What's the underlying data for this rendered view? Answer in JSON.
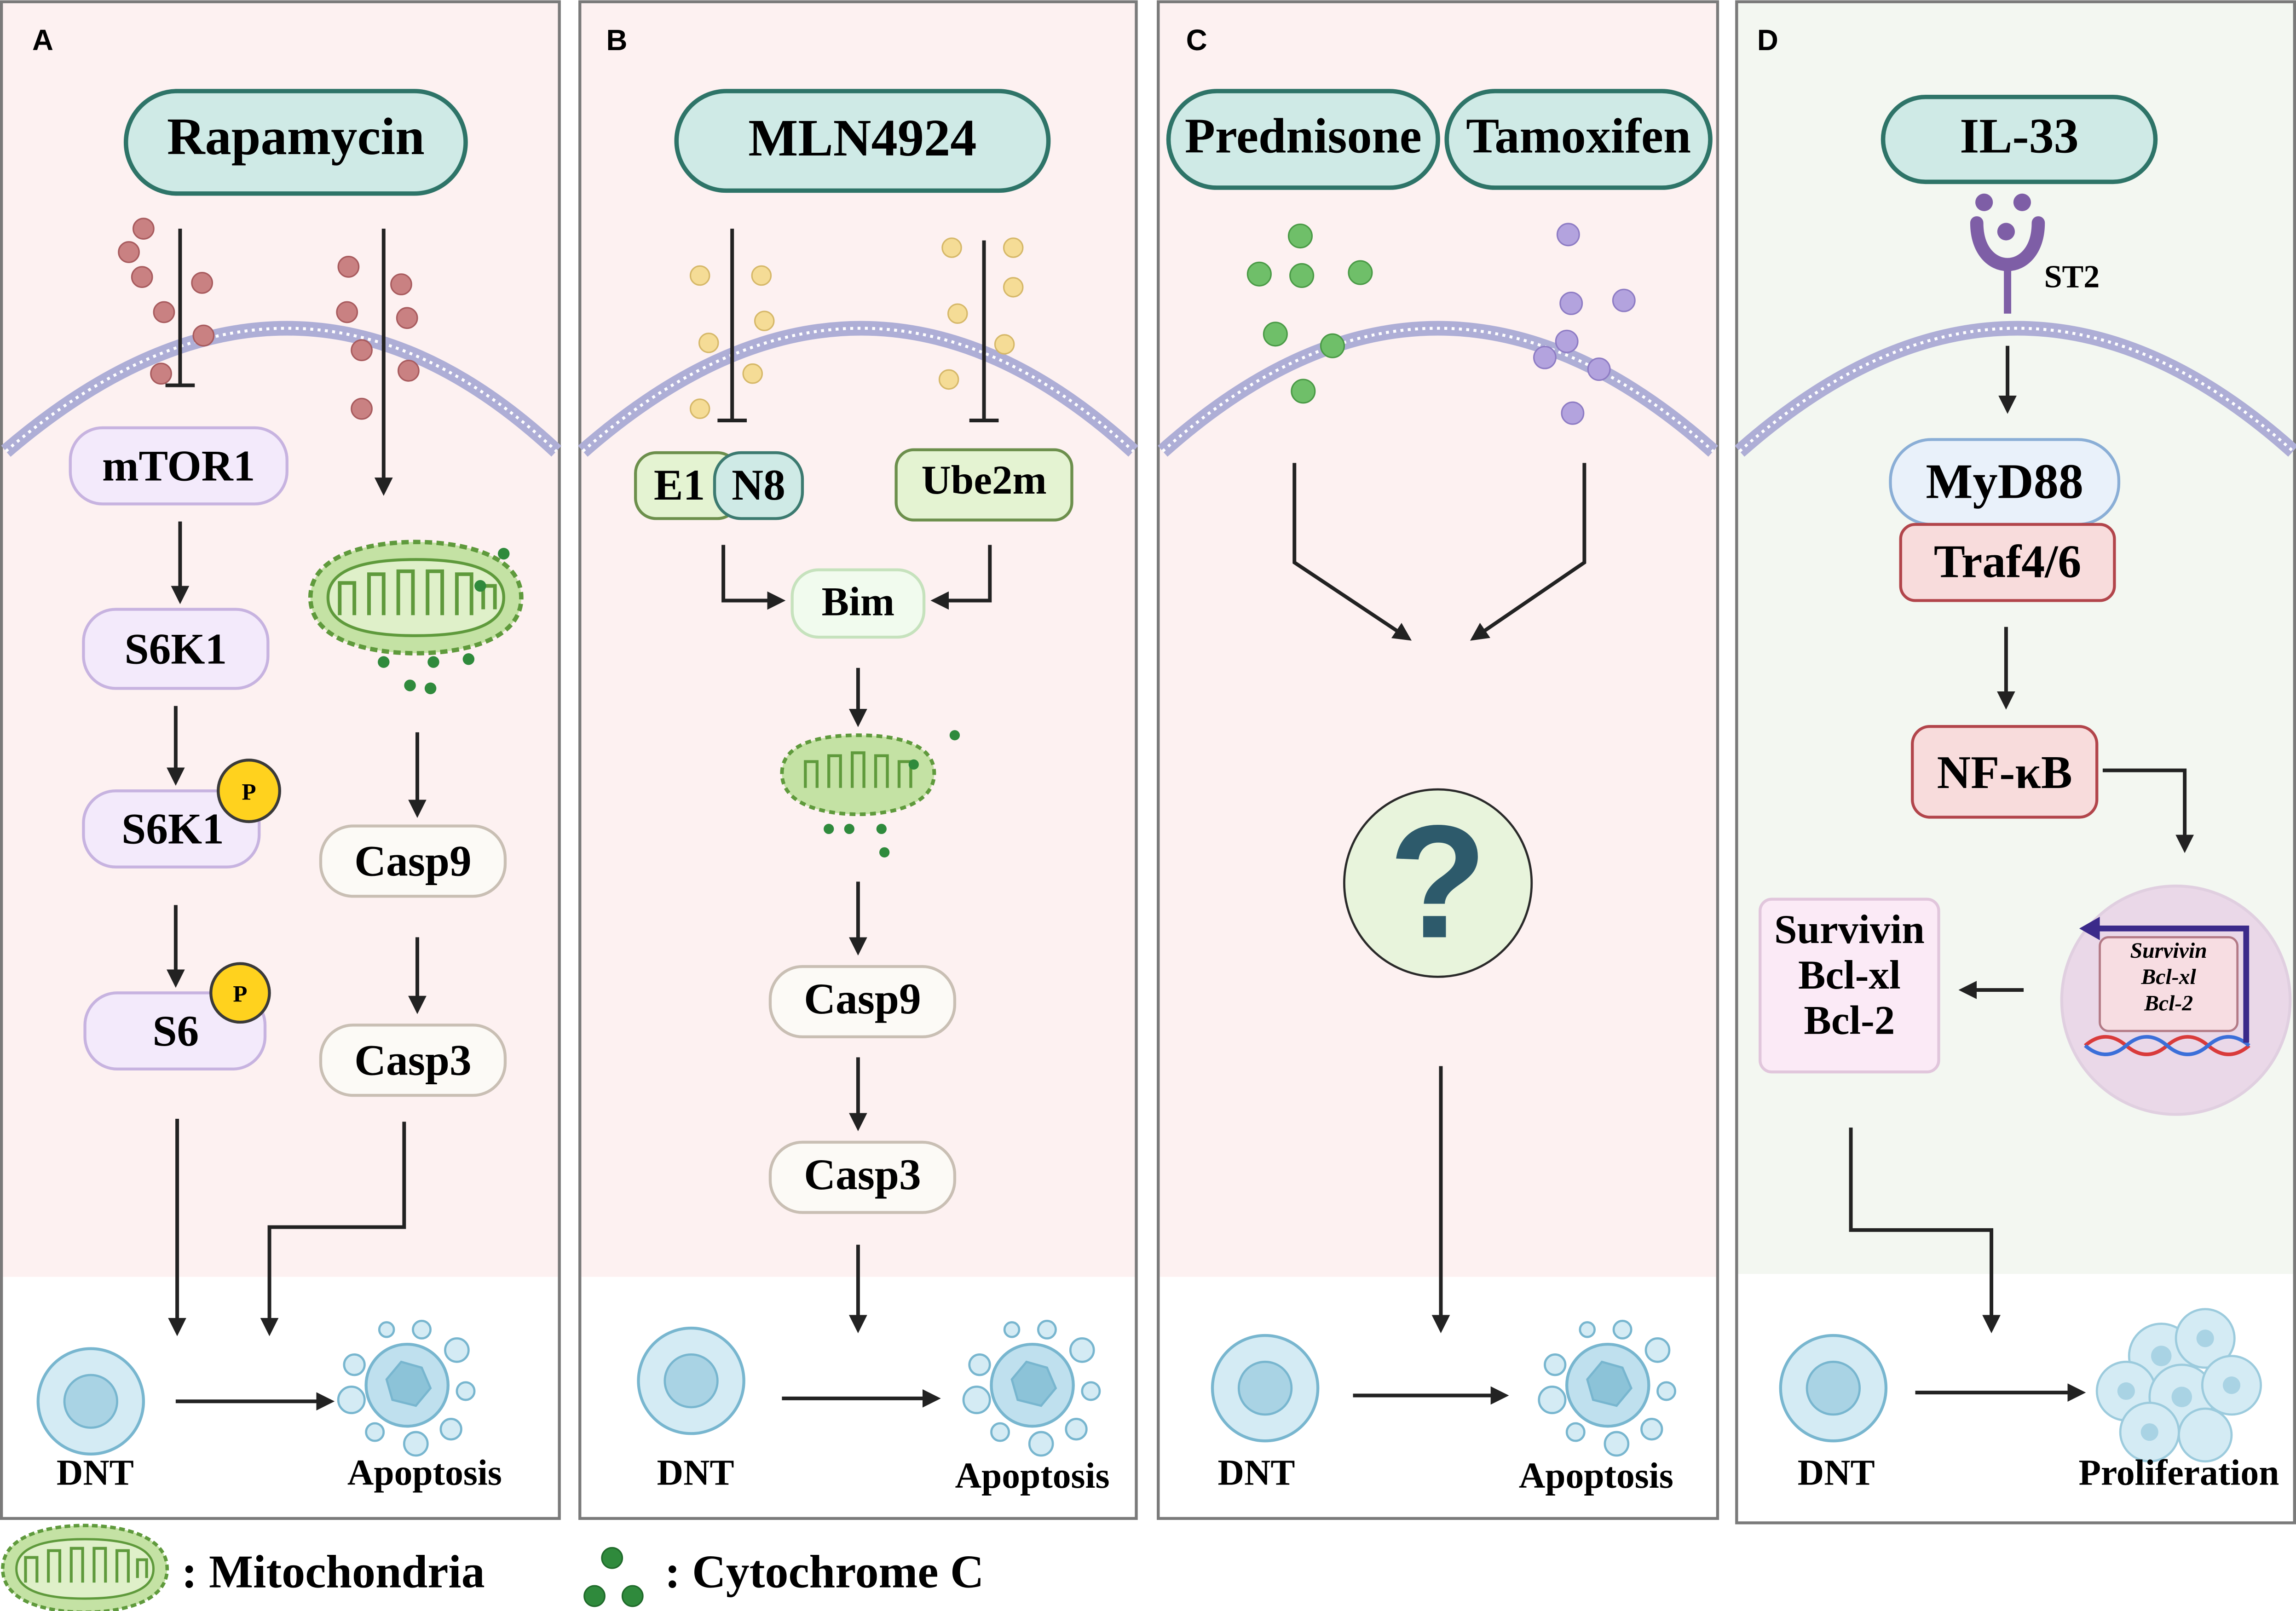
{
  "panels": {
    "a": {
      "letter": "A",
      "drug": "Rapamycin",
      "nodes": {
        "mtor1": "mTOR1",
        "s6k1": "S6K1",
        "s6k1p": "S6K1",
        "s6": "S6",
        "casp9": "Casp9",
        "casp3": "Casp3"
      },
      "phospho": "P",
      "cell": "DNT",
      "outcome": "Apoptosis",
      "colors": {
        "panel_bg": "#fdf1f1",
        "bubble": "#c98182",
        "node_fill": "#f3eafb",
        "node_stroke": "#c7b3e0"
      }
    },
    "b": {
      "letter": "B",
      "drug": "MLN4924",
      "nodes": {
        "e1": "E1",
        "n8": "N8",
        "ube2m": "Ube2m",
        "bim": "Bim",
        "casp9": "Casp9",
        "casp3": "Casp3"
      },
      "cell": "DNT",
      "outcome": "Apoptosis",
      "colors": {
        "panel_bg": "#fdf1f1",
        "bubble": "#f5dc96"
      }
    },
    "c": {
      "letter": "C",
      "drug1": "Prednisone",
      "drug2": "Tamoxifen",
      "unknown": "?",
      "cell": "DNT",
      "outcome": "Apoptosis",
      "colors": {
        "panel_bg": "#fdf1f1",
        "bubble_green": "#6fbf69",
        "bubble_purple": "#b3a3de",
        "question_fill": "#e8f4dc"
      }
    },
    "d": {
      "letter": "D",
      "ligand": "IL-33",
      "receptor": "ST2",
      "nodes": {
        "myd88": "MyD88",
        "traf": "Traf4/6",
        "nfkb": "NF-κB"
      },
      "genes": [
        "Survivin",
        "Bcl-xl",
        "Bcl-2"
      ],
      "nucleus_genes": [
        "Survivin",
        "Bcl-xl",
        "Bcl-2"
      ],
      "cell": "DNT",
      "outcome": "Proliferation",
      "colors": {
        "panel_bg": "#f3f7f1",
        "receptor": "#7e5ea6",
        "traf_fill": "#f8dcdc",
        "traf_stroke": "#b2454b"
      }
    }
  },
  "legend": {
    "mitochondria": ": Mitochondria",
    "cytochrome": ": Cytochrome C"
  },
  "colors": {
    "drug_fill": "#cfeae6",
    "drug_stroke": "#2e7468",
    "membrane": "#aeaed6",
    "arrow": "#222222",
    "mito_fill": "#c4e2a4",
    "mito_stroke": "#5f9a3c",
    "cytc": "#2f8a3c",
    "cell_fill": "#bfe0ee",
    "cell_stroke": "#78b6cf"
  }
}
